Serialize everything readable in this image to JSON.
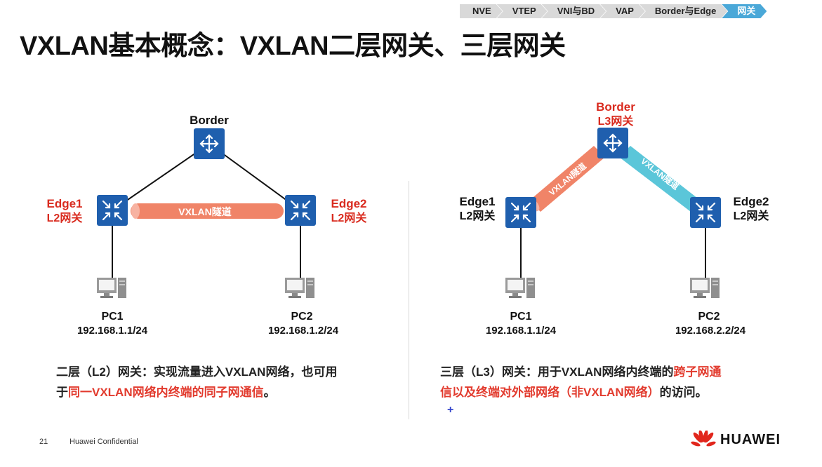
{
  "nav": {
    "items": [
      "NVE",
      "VTEP",
      "VNI与BD",
      "VAP",
      "Border与Edge",
      "网关"
    ],
    "active_index": 5
  },
  "title": "VXLAN基本概念：VXLAN二层网关、三层网关",
  "left_diagram": {
    "border_label": "Border",
    "edge1_label": "Edge1",
    "edge1_role": "L2网关",
    "edge2_label": "Edge2",
    "edge2_role": "L2网关",
    "tunnel_label": "VXLAN隧道",
    "pc1_name": "PC1",
    "pc1_ip": "192.168.1.1/24",
    "pc2_name": "PC2",
    "pc2_ip": "192.168.1.2/24"
  },
  "right_diagram": {
    "border_label": "Border",
    "border_role": "L3网关",
    "edge1_label": "Edge1",
    "edge1_role": "L2网关",
    "edge2_label": "Edge2",
    "edge2_role": "L2网关",
    "tunnel1_label": "VXLAN隧道",
    "tunnel2_label": "VXLAN隧道",
    "pc1_name": "PC1",
    "pc1_ip": "192.168.1.1/24",
    "pc2_name": "PC2",
    "pc2_ip": "192.168.2.2/24"
  },
  "left_desc": {
    "line1": "二层（L2）网关：实现流量进入VXLAN网络，也可用",
    "line2_prefix": "于",
    "line2_highlight": "同一VXLAN网络内终端的同子网通信",
    "line2_suffix": "。"
  },
  "right_desc": {
    "line1_prefix": "三层（L3）网关：用于VXLAN网络内终端的",
    "line1_highlight": "跨子网通",
    "line2_highlight": "信以及终端对外部网络（非VXLAN网络）",
    "line2_suffix": "的访问。"
  },
  "footer": {
    "page_number": "21",
    "confidential": "Huawei Confidential",
    "logo_text": "HUAWEI"
  },
  "colors": {
    "device_blue": "#1f5fae",
    "red_label": "#d92b1f",
    "tunnel_orange": "#f08468",
    "tunnel_cyan": "#5bc6d9",
    "nav_active": "#4aa8d8"
  }
}
